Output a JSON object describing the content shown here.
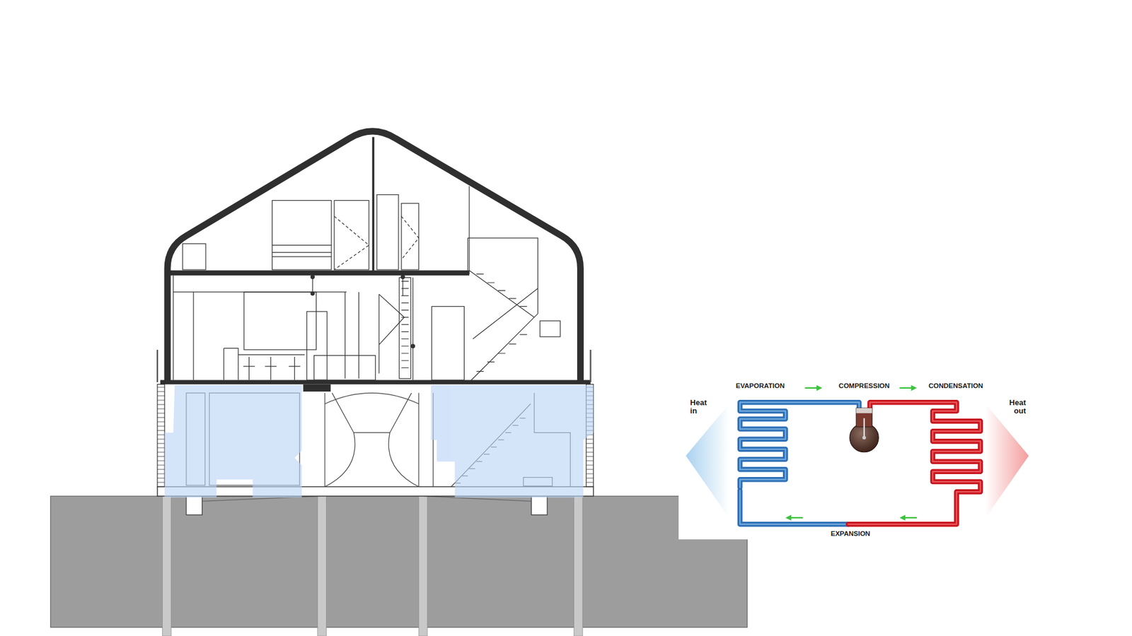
{
  "diagram": {
    "labels": [
      "EVAPORATION",
      "COMPRESSION",
      "CONDENSATION",
      "Heat in",
      "Heat out",
      "EXPANSION"
    ]
  }
}
